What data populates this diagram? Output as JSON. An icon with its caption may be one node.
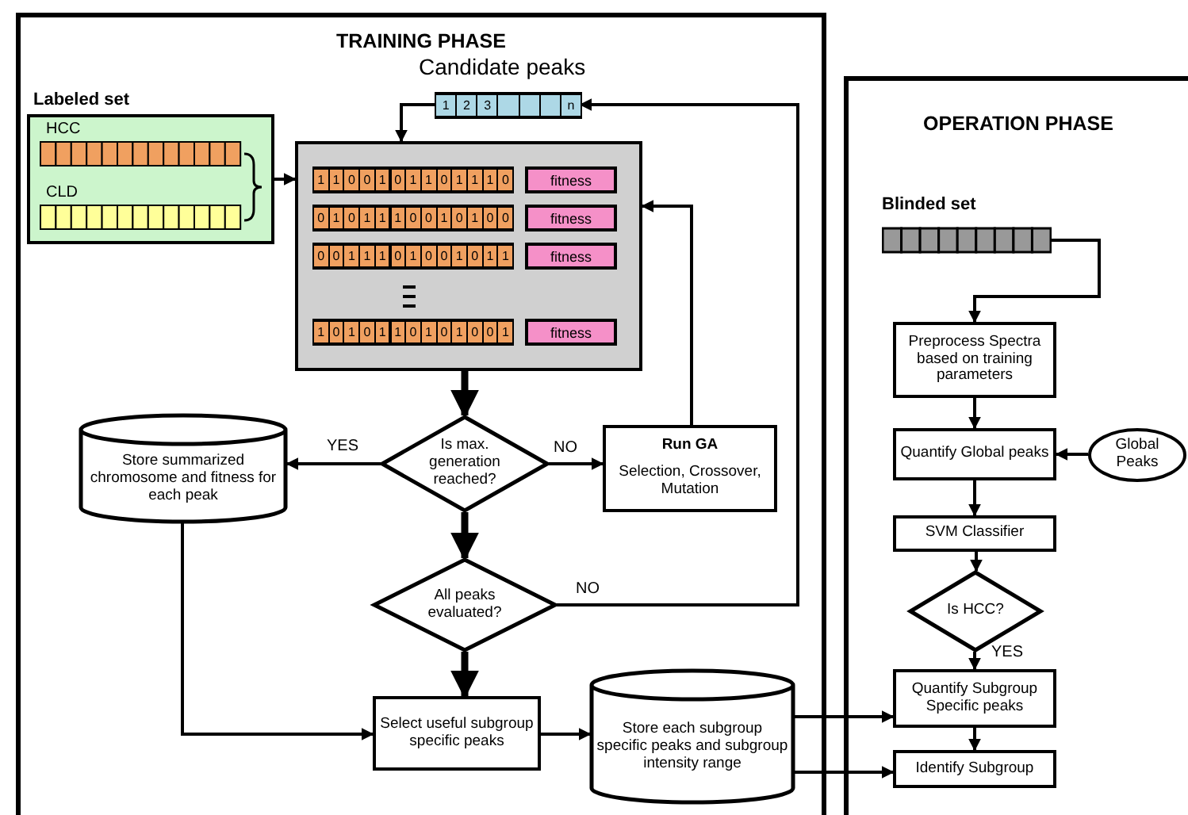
{
  "diagram": {
    "nodes": [
      {
        "text": [
          "TRAINING PHASE"
        ]
      },
      {
        "text": [
          "Labeled set",
          "HCC",
          "CLD"
        ],
        "in": 0
      },
      {
        "text": [
          "Candidate peaks",
          "1",
          "2",
          "3",
          "n"
        ],
        "in": 0
      },
      {
        "text": [
          "1 1 0 0 1 0 1 1 0 1 1 1 0",
          "fitness",
          "0 1 0 1 1 1 0 0 1 0 1 0 0",
          "fitness",
          "0 0 1 1 1 0 1 0 0 1 0 1 1",
          "fitness",
          "1 0 1 0 1 1 0 1 0 1 0 0 1",
          "fitness"
        ],
        "in": 0
      },
      {
        "text": [
          "Is max. generation reached?"
        ],
        "in": 0
      },
      {
        "text": [
          "Run GA",
          "Selection, Crossover, Mutation"
        ],
        "in": 0
      },
      {
        "text": [
          "Store summarized chromosome and fitness for each peak"
        ],
        "in": 0
      },
      {
        "text": [
          "All peaks evaluated?"
        ],
        "in": 0
      },
      {
        "text": [
          "Select useful subgroup specific peaks"
        ],
        "in": 0
      },
      {
        "text": [
          "Store each subgroup specific peaks and subgroup intensity range"
        ],
        "in": 0
      },
      {
        "text": [
          "OPERATION PHASE"
        ]
      },
      {
        "text": [
          "Blinded set"
        ],
        "in": 10
      },
      {
        "text": [
          "Preprocess Spectra based on training parameters"
        ],
        "in": 10
      },
      {
        "text": [
          "Quantify Global peaks"
        ],
        "in": 10
      },
      {
        "text": [
          "Global Peaks"
        ],
        "in": 10
      },
      {
        "text": [
          "SVM Classifier"
        ],
        "in": 10
      },
      {
        "text": [
          "Is HCC?"
        ],
        "in": 10
      },
      {
        "text": [
          "Quantify Subgroup Specific peaks"
        ],
        "in": 10
      },
      {
        "text": [
          "Identify Subgroup"
        ],
        "in": 10
      }
    ],
    "edges": [
      {
        "from": 1,
        "to": 3,
        "arrow": "to"
      },
      {
        "from": 2,
        "to": 3,
        "arrow": "to"
      },
      {
        "from": 3,
        "to": 4,
        "arrow": "to",
        "style": "thick"
      },
      {
        "from": 4,
        "to": 6,
        "arrow": "to",
        "label": "YES"
      },
      {
        "from": 4,
        "to": 5,
        "arrow": "to",
        "label": "NO"
      },
      {
        "from": 5,
        "to": 3,
        "arrow": "to"
      },
      {
        "from": 4,
        "to": 7,
        "arrow": "to",
        "style": "thick"
      },
      {
        "from": 7,
        "to": 2,
        "arrow": "to",
        "label": "NO"
      },
      {
        "from": 7,
        "to": 8,
        "arrow": "to",
        "style": "thick"
      },
      {
        "from": 6,
        "to": 8,
        "arrow": "to"
      },
      {
        "from": 8,
        "to": 9,
        "arrow": "to"
      },
      {
        "from": 9,
        "to": 17,
        "arrow": "to"
      },
      {
        "from": 9,
        "to": 18,
        "arrow": "to"
      },
      {
        "from": 11,
        "to": 12,
        "arrow": "to"
      },
      {
        "from": 12,
        "to": 13,
        "arrow": "to"
      },
      {
        "from": 14,
        "to": 13,
        "arrow": "to"
      },
      {
        "from": 13,
        "to": 15,
        "arrow": "to"
      },
      {
        "from": 15,
        "to": 16,
        "arrow": "to"
      },
      {
        "from": 16,
        "to": 17,
        "arrow": "to",
        "label": "YES"
      },
      {
        "from": 17,
        "to": 18,
        "arrow": "to"
      }
    ]
  }
}
